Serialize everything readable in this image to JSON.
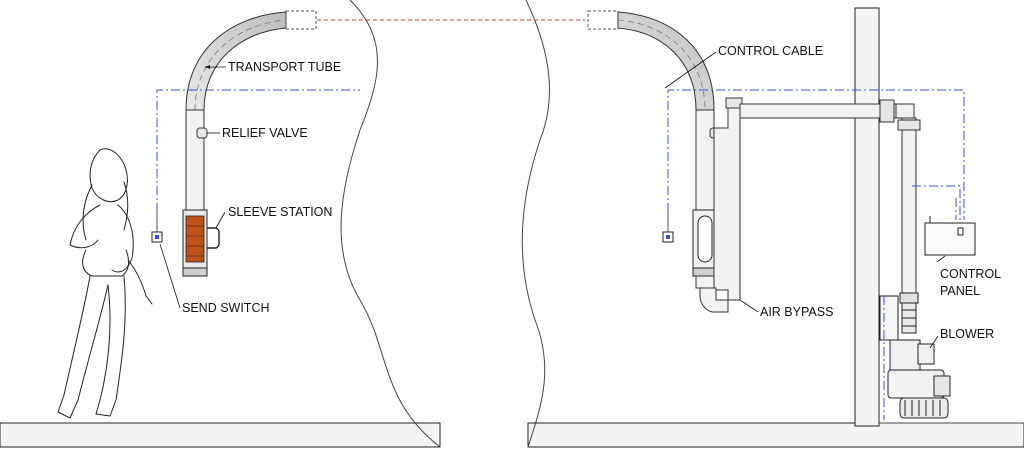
{
  "labels": {
    "transport_tube": "TRANSPORT TUBE",
    "relief_valve": "RELIEF VALVE",
    "sleeve_station": "SLEEVE STATION",
    "send_switch": "SEND SWITCH",
    "control_cable": "CONTROL CABLE",
    "air_bypass": "AIR BYPASS",
    "control_panel_line1": "CONTROL",
    "control_panel_line2": "PANEL",
    "blower": "BLOWER"
  },
  "colors": {
    "control_cable": "#3b4fd6",
    "tube_continuation": "#e03030",
    "sleeve_interior": "#c0501a"
  }
}
